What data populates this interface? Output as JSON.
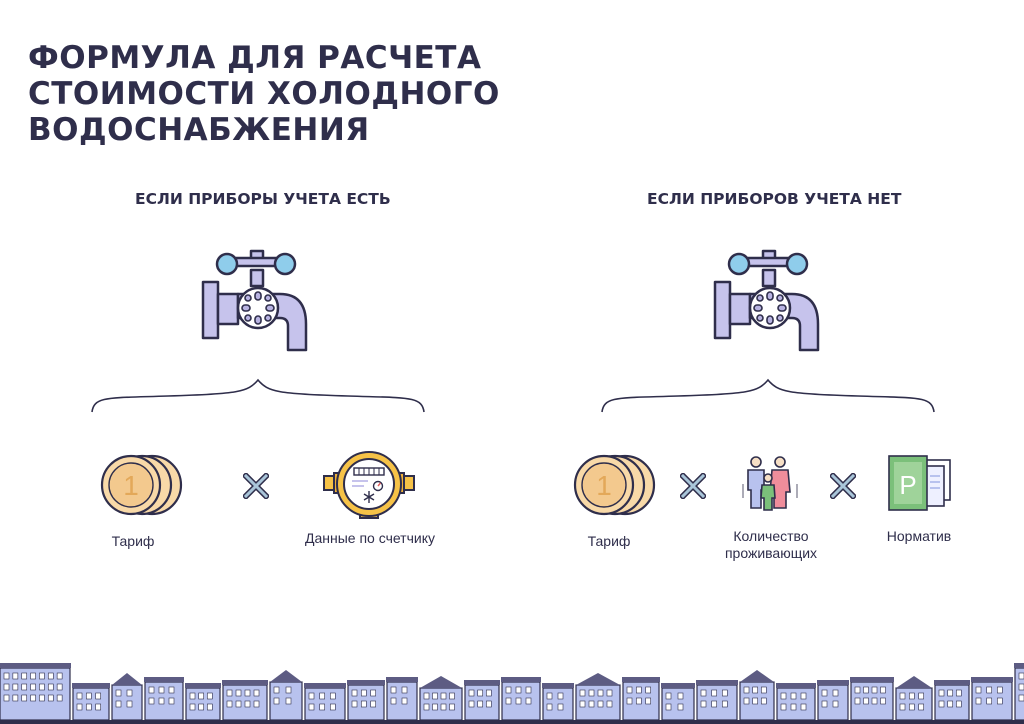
{
  "title": "ФОРМУЛА ДЛЯ РАСЧЕТА\nСТОИМОСТИ  ХОЛОДНОГО\nВОДОСНАБЖЕНИЯ",
  "left": {
    "heading": "ЕСЛИ ПРИБОРЫ УЧЕТА ЕСТЬ",
    "items": [
      {
        "label": "Тариф",
        "icon": "coins-icon",
        "coin_text": "1"
      },
      {
        "label": "Данные по счетчику",
        "icon": "water-meter-icon"
      }
    ],
    "operator": "multiply-icon"
  },
  "right": {
    "heading": "ЕСЛИ ПРИБОРОВ УЧЕТА НЕТ",
    "items": [
      {
        "label": "Тариф",
        "icon": "coins-icon",
        "coin_text": "1"
      },
      {
        "label": "Количество\nпроживающих",
        "icon": "family-icon"
      },
      {
        "label": "Норматив",
        "icon": "document-p-icon",
        "doc_letter": "P"
      }
    ],
    "operator": "multiply-icon"
  },
  "colors": {
    "navy": "#2f2e4b",
    "lavender": "#c6c3ec",
    "lavender_dark": "#a9a4dc",
    "light_blue": "#8fcdeb",
    "coin": "#f8d9a8",
    "coin_dark": "#e6b874",
    "meter_yellow": "#f6c247",
    "green": "#7bc07a",
    "pink": "#ef8d9b",
    "building": "#b8c2ee",
    "roof": "#5d5c83"
  }
}
